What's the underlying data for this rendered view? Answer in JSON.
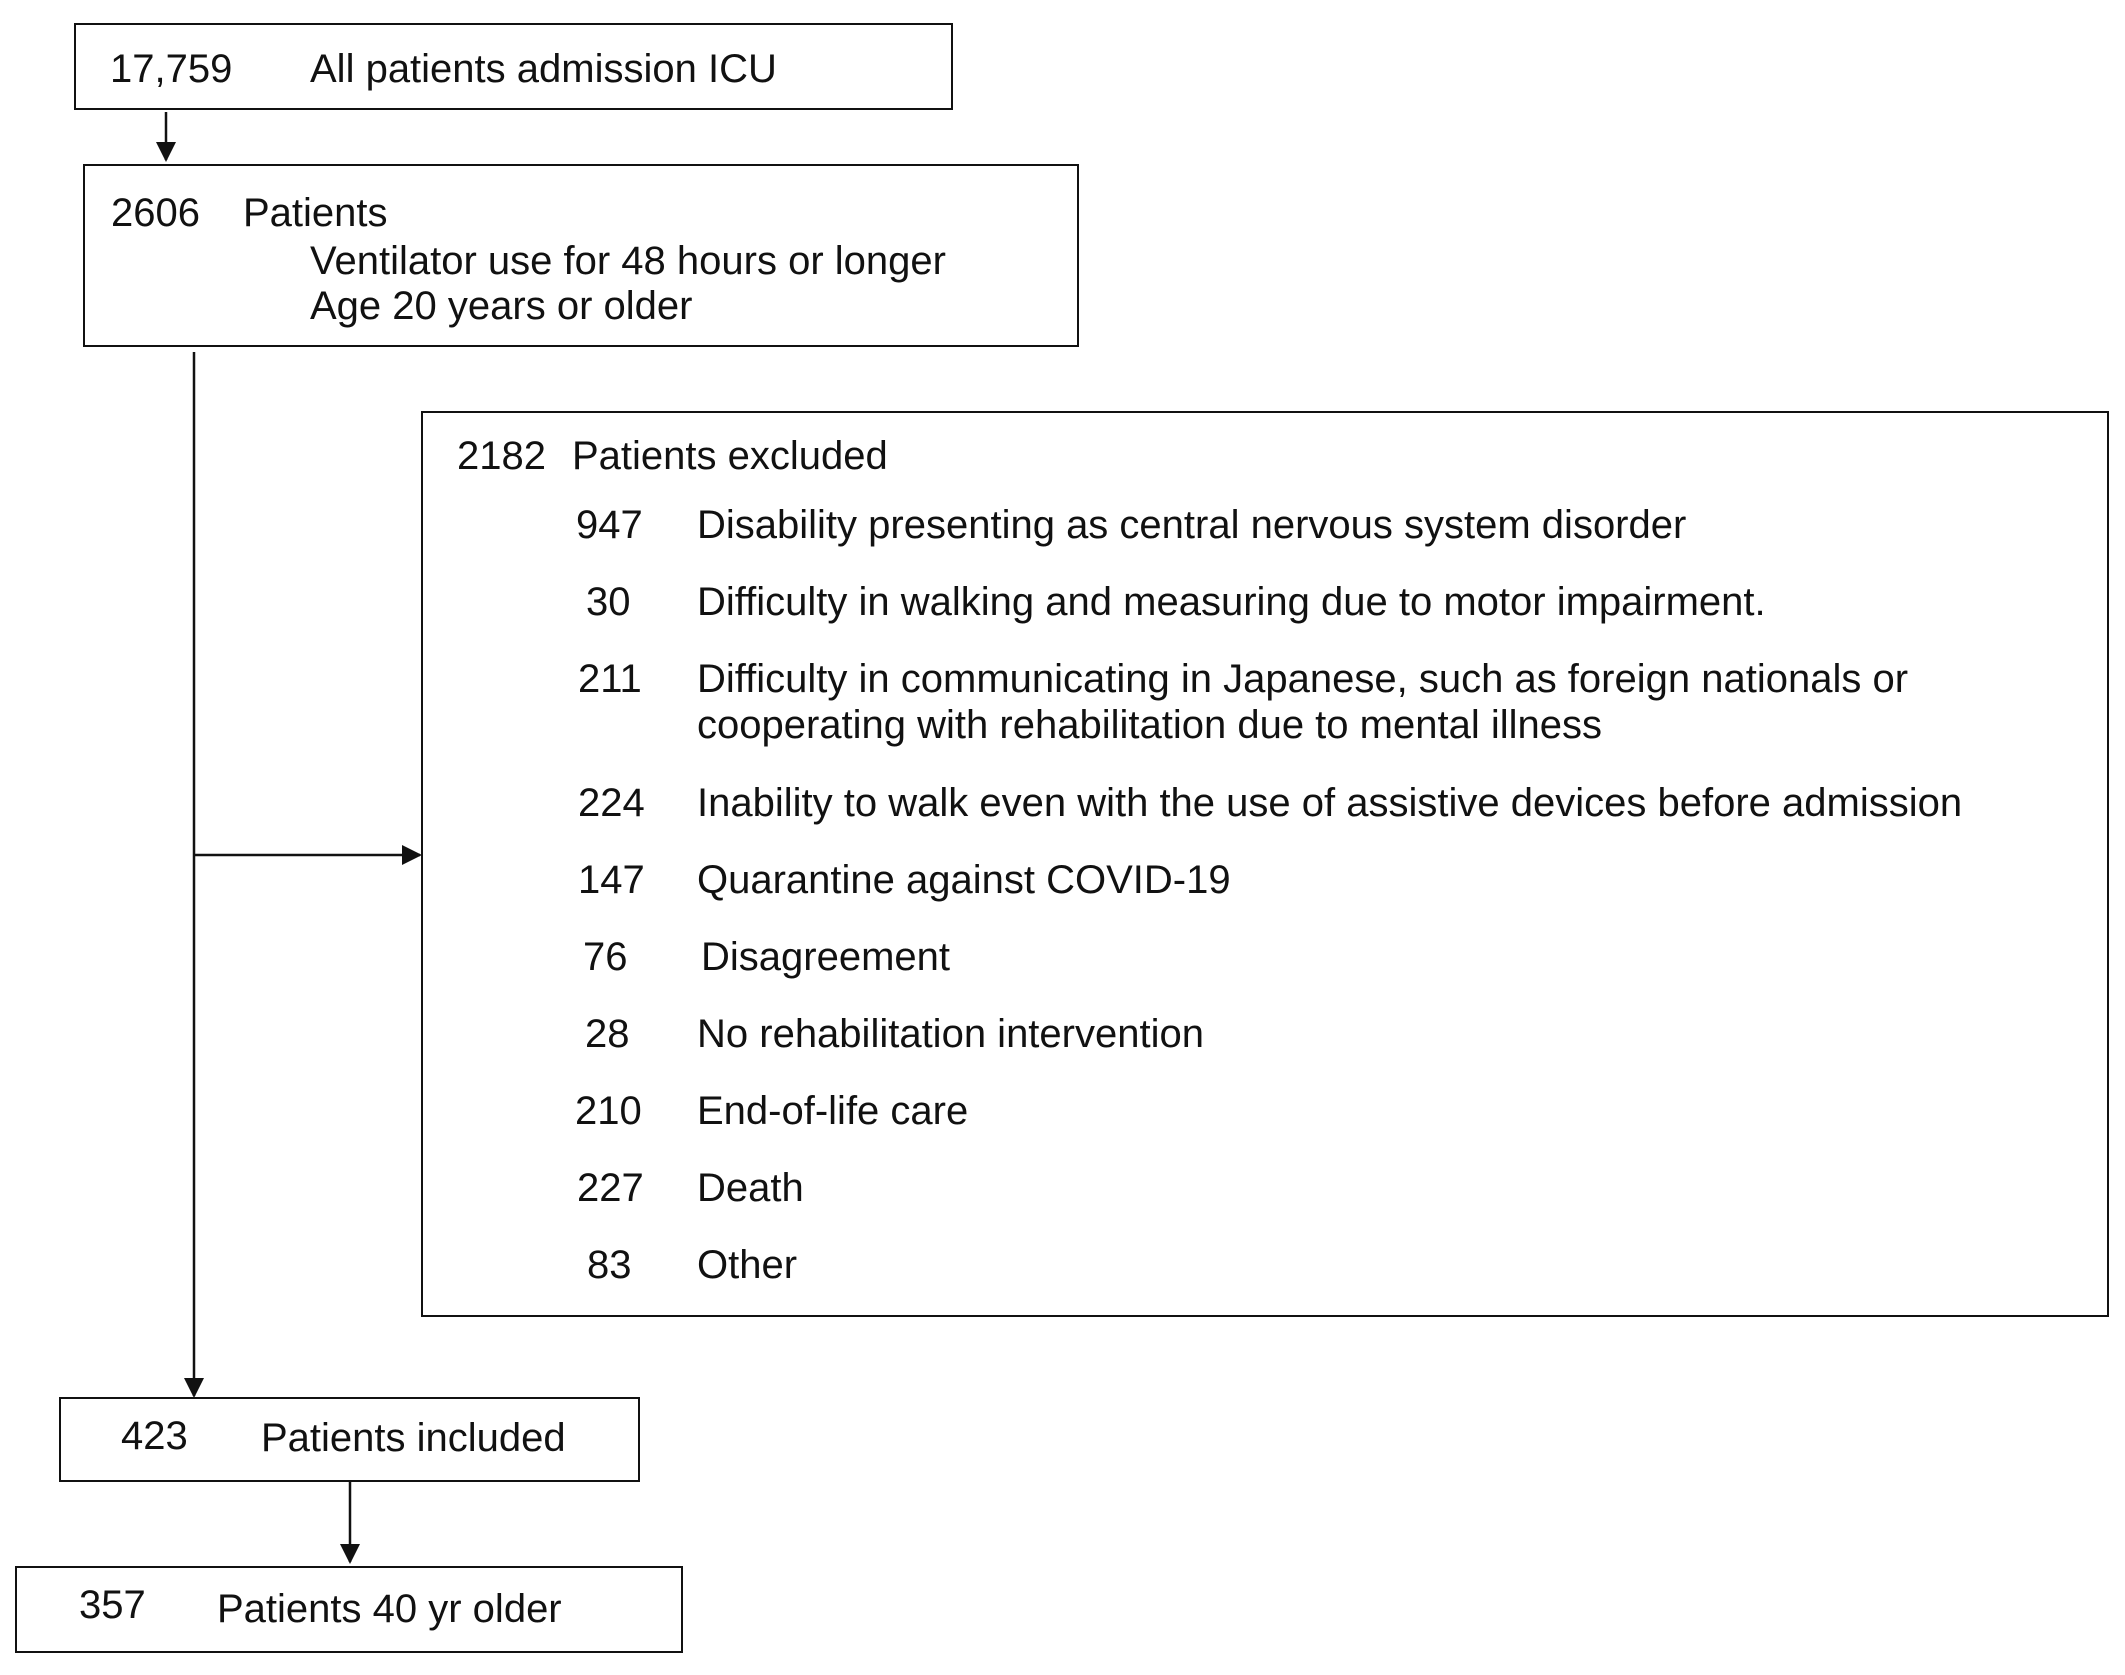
{
  "diagram": {
    "all_admissions": {
      "count": "17,759",
      "label": "All patients admission ICU"
    },
    "eligible": {
      "count": "2606",
      "label": "Patients",
      "criteria": [
        "Ventilator use for 48 hours or longer",
        "Age 20 years or older"
      ]
    },
    "excluded": {
      "count": "2182",
      "label": "Patients excluded",
      "reasons": [
        {
          "count": "947",
          "text": "Disability presenting as central nervous system disorder"
        },
        {
          "count": "30",
          "text": "Difficulty in walking and measuring due to motor impairment."
        },
        {
          "count": "211",
          "text": "Difficulty in communicating in Japanese, such as foreign nationals or cooperating with rehabilitation due to mental illness"
        },
        {
          "count": "224",
          "text": "Inability to walk even with the use of assistive devices before admission"
        },
        {
          "count": "147",
          "text": "Quarantine against COVID-19"
        },
        {
          "count": "76",
          "text": "Disagreement"
        },
        {
          "count": "28",
          "text": "No rehabilitation intervention"
        },
        {
          "count": "210",
          "text": "End-of-life care"
        },
        {
          "count": "227",
          "text": "Death"
        },
        {
          "count": "83",
          "text": "Other"
        }
      ]
    },
    "included": {
      "count": "423",
      "label": "Patients included"
    },
    "older": {
      "count": "357",
      "label": "Patients 40 yr older"
    }
  }
}
